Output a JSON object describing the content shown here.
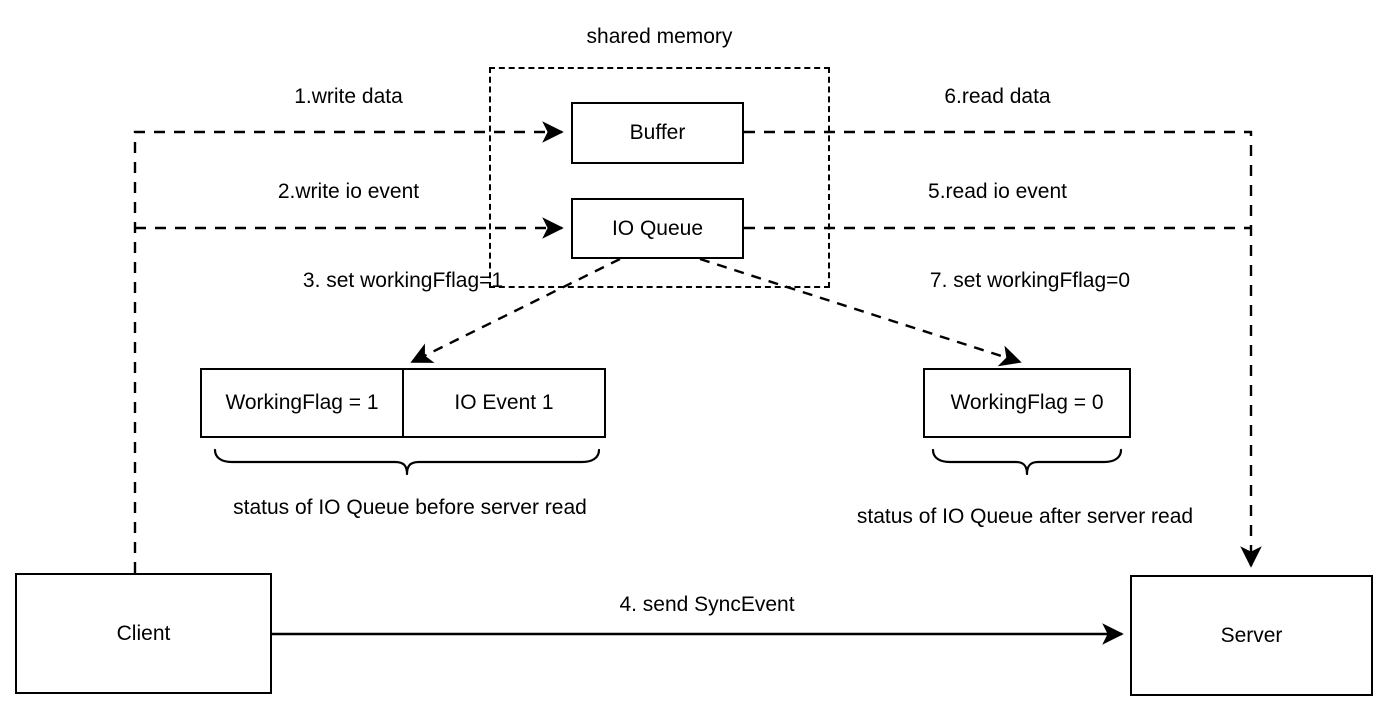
{
  "diagram": {
    "title": "shared memory",
    "nodes": {
      "shared_memory_label": "shared memory",
      "buffer": "Buffer",
      "io_queue": "IO Queue",
      "working_flag_1": "WorkingFlag = 1",
      "io_event_1": "IO Event 1",
      "working_flag_0": "WorkingFlag = 0",
      "client": "Client",
      "server": "Server"
    },
    "edge_labels": {
      "step1": "1.write data",
      "step2": "2.write io event",
      "step3": "3. set workingFflag=1",
      "step4": "4. send SyncEvent",
      "step5": "5.read io event",
      "step6": "6.read data",
      "step7": "7. set workingFflag=0"
    },
    "annotations": {
      "brace_left": "status of IO Queue before server read",
      "brace_right": "status of IO Queue after server read"
    },
    "colors": {
      "stroke": "#000000",
      "fill": "#ffffff",
      "text": "#000000"
    }
  }
}
